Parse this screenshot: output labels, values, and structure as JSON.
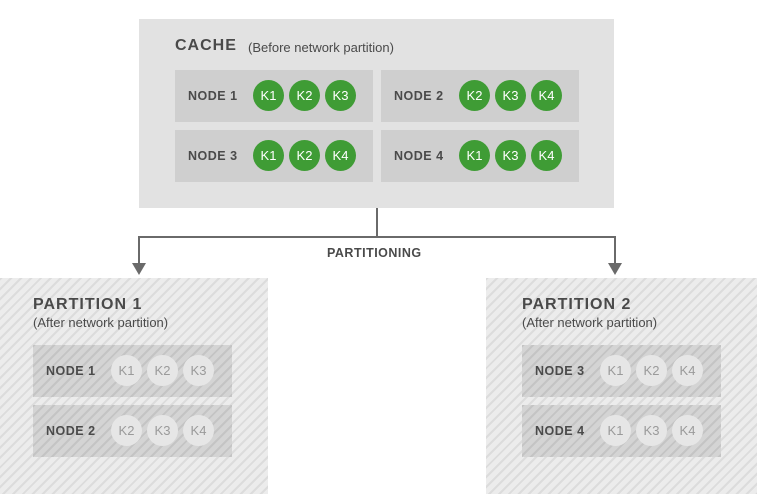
{
  "cache": {
    "title": "CACHE",
    "subtitle": "(Before network partition)",
    "nodes": [
      {
        "label": "NODE 1",
        "keys": [
          "K1",
          "K2",
          "K3"
        ]
      },
      {
        "label": "NODE 2",
        "keys": [
          "K2",
          "K3",
          "K4"
        ]
      },
      {
        "label": "NODE 3",
        "keys": [
          "K1",
          "K2",
          "K4"
        ]
      },
      {
        "label": "NODE 4",
        "keys": [
          "K1",
          "K3",
          "K4"
        ]
      }
    ]
  },
  "partitioning_label": "PARTITIONING",
  "partitions": [
    {
      "title": "PARTITION 1",
      "subtitle": "(After network partition)",
      "nodes": [
        {
          "label": "NODE 1",
          "keys": [
            "K1",
            "K2",
            "K3"
          ]
        },
        {
          "label": "NODE 2",
          "keys": [
            "K2",
            "K3",
            "K4"
          ]
        }
      ]
    },
    {
      "title": "PARTITION 2",
      "subtitle": "(After network partition)",
      "nodes": [
        {
          "label": "NODE 3",
          "keys": [
            "K1",
            "K2",
            "K4"
          ]
        },
        {
          "label": "NODE 4",
          "keys": [
            "K1",
            "K3",
            "K4"
          ]
        }
      ]
    }
  ],
  "colors": {
    "key_active": "#3f9c35",
    "key_inactive": "#e6e6e6",
    "cache_background": "#e2e2e2",
    "node_background": "#cfcfcf",
    "connector": "#6a6a6a"
  }
}
